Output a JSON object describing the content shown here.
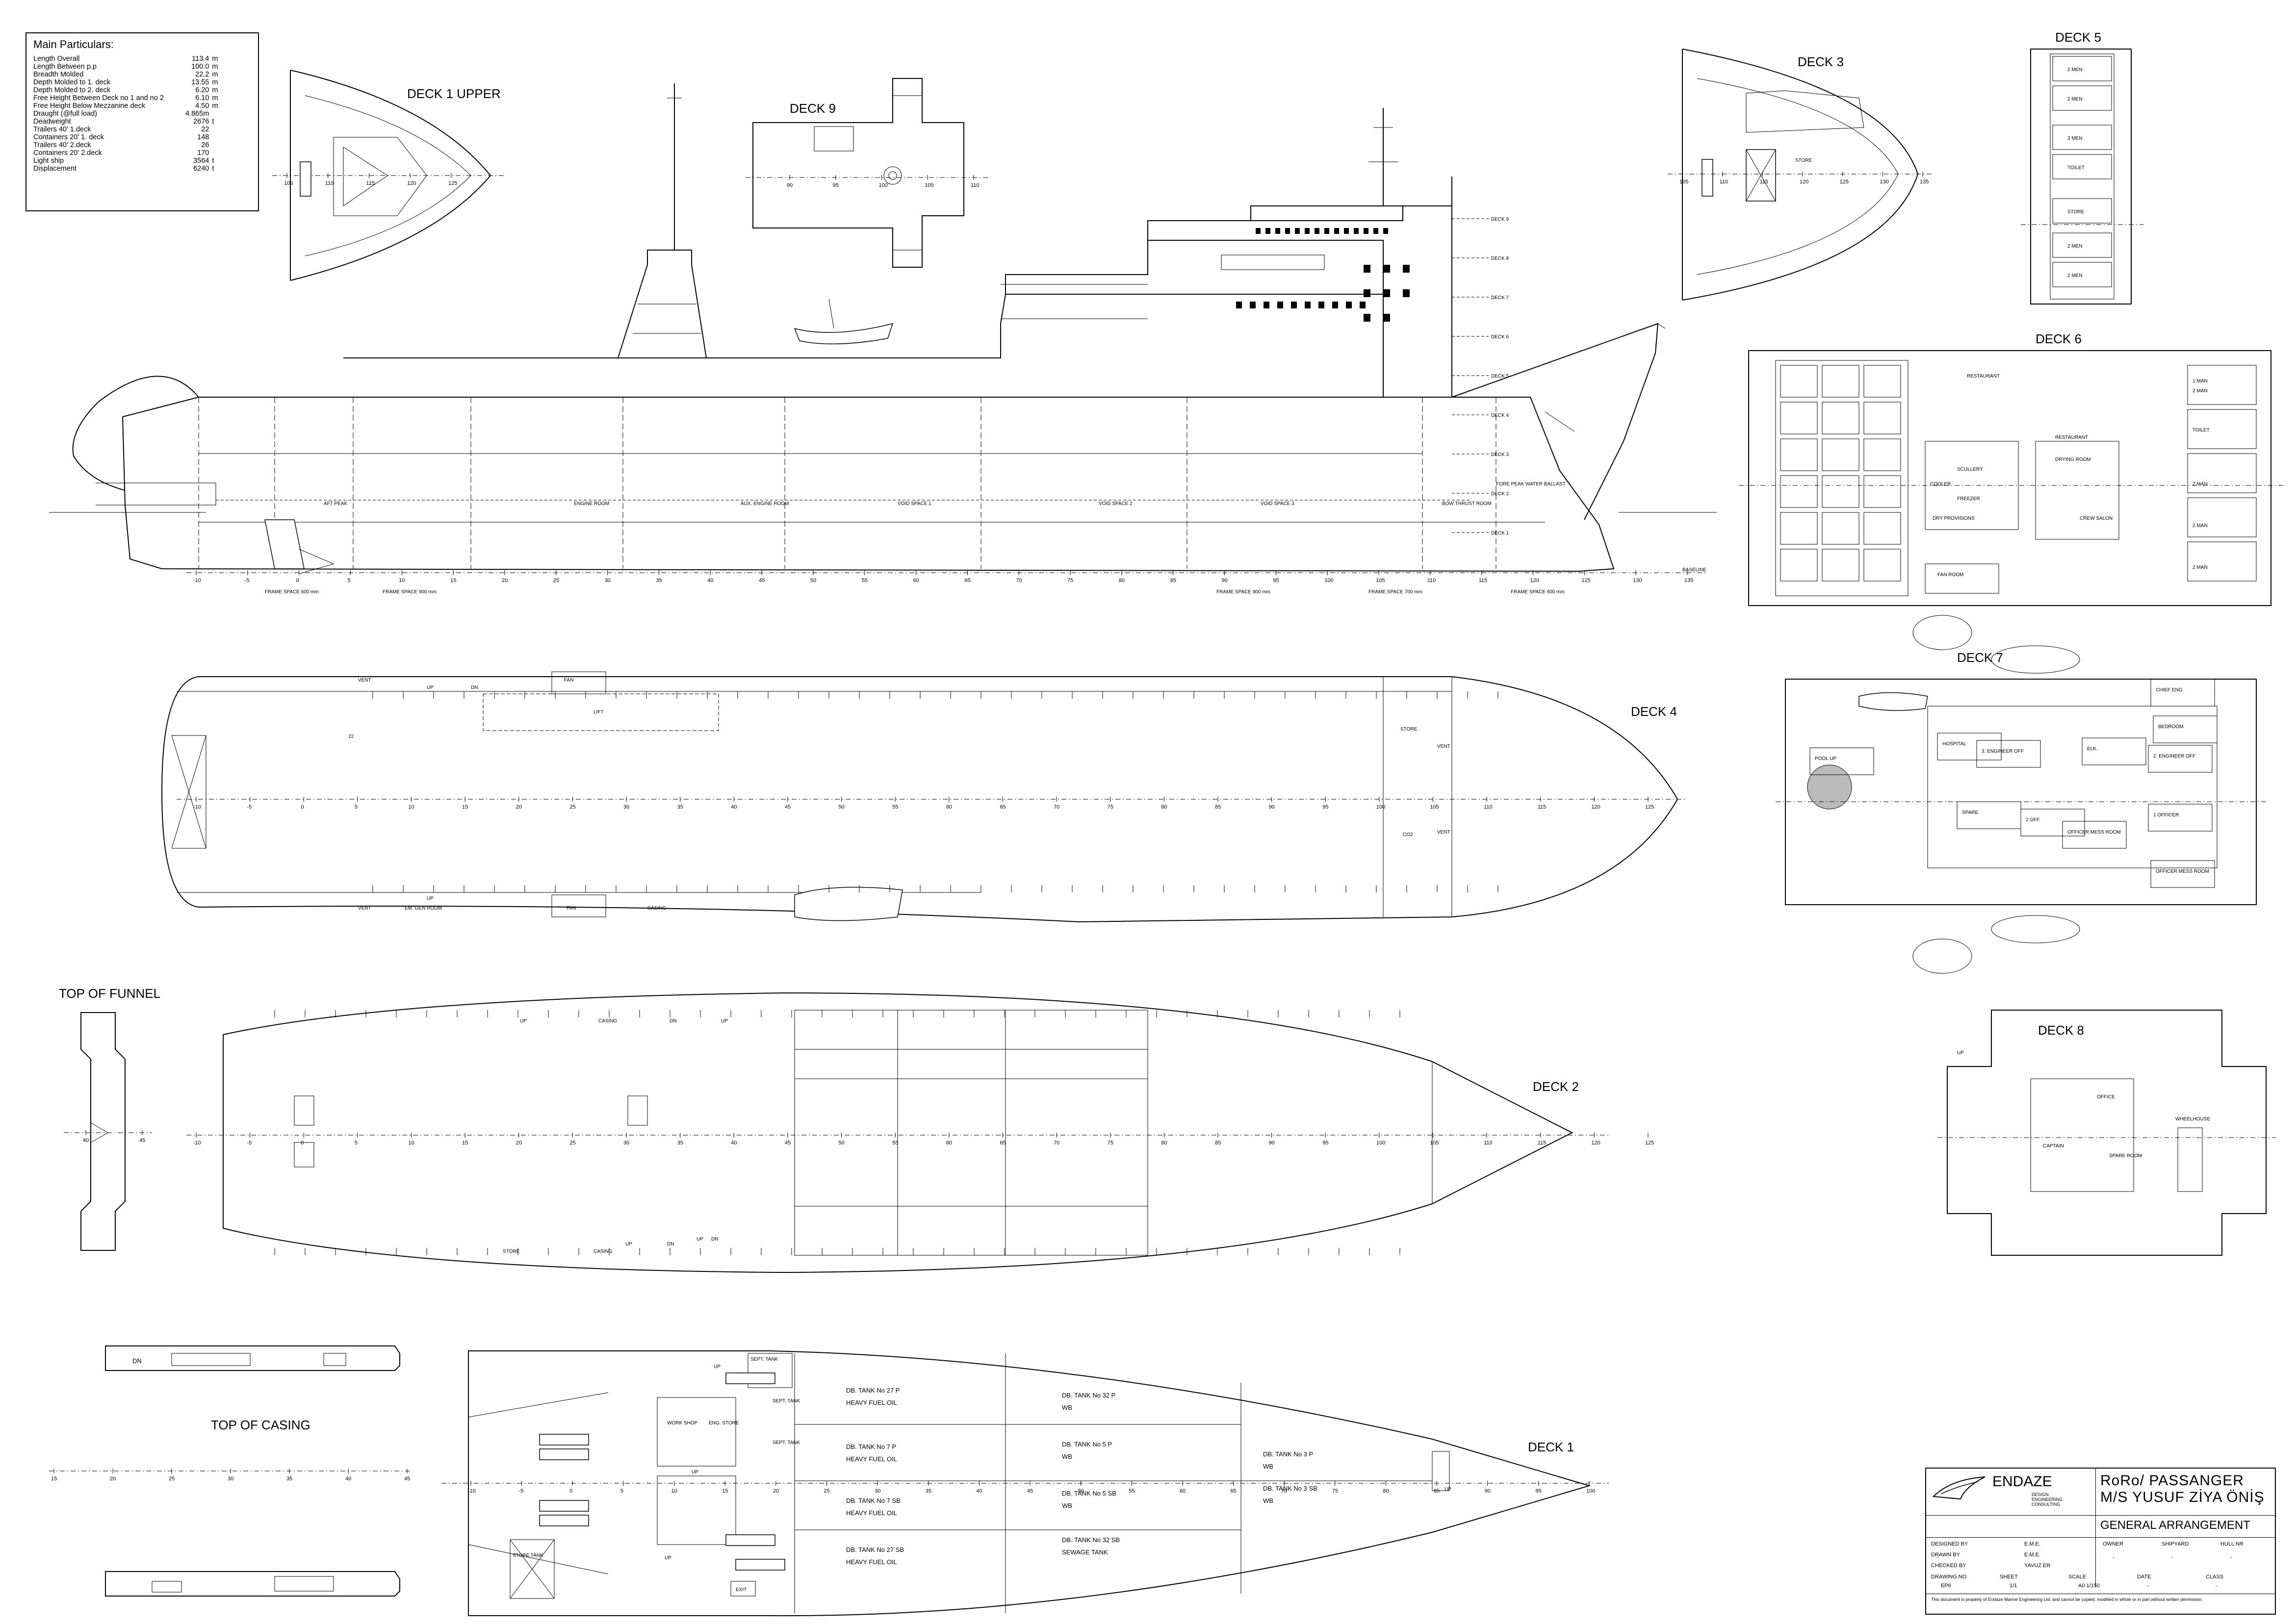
{
  "particulars": {
    "title": "Main Particulars:",
    "rows": [
      {
        "label": "Length Overall",
        "value": "113.4",
        "unit": "m"
      },
      {
        "label": "Length Between p.p",
        "value": "100.0",
        "unit": "m"
      },
      {
        "label": "Breadth Molded",
        "value": "22.2",
        "unit": "m"
      },
      {
        "label": "Depth Molded to 1. deck",
        "value": "13.55",
        "unit": "m"
      },
      {
        "label": "Depth Molded to 2. deck",
        "value": "6.20",
        "unit": "m"
      },
      {
        "label": "Free Height Between Deck no 1 and no 2",
        "value": "6.10",
        "unit": "m"
      },
      {
        "label": "Free Height Below Mezzanine deck",
        "value": "4.50",
        "unit": "m"
      },
      {
        "label": "Draught (@full load)",
        "value": "4.865m",
        "unit": ""
      },
      {
        "label": "Deadweight",
        "value": "2676",
        "unit": "t"
      },
      {
        "label": "Trailers 40' 1.deck",
        "value": "22",
        "unit": ""
      },
      {
        "label": "Containers 20' 1. deck",
        "value": "148",
        "unit": ""
      },
      {
        "label": "Trailers 40' 2.deck",
        "value": "26",
        "unit": ""
      },
      {
        "label": "Containers 20' 2.deck",
        "value": "170",
        "unit": ""
      },
      {
        "label": "Light ship",
        "value": "3564",
        "unit": "t"
      },
      {
        "label": "Displacement",
        "value": "6240",
        "unit": "t"
      }
    ]
  },
  "view_titles": {
    "deck1_upper": "DECK 1 UPPER",
    "deck9": "DECK 9",
    "deck3": "DECK 3",
    "deck5": "DECK 5",
    "deck6": "DECK 6",
    "deck7": "DECK 7",
    "deck8": "DECK 8",
    "deck4": "DECK 4",
    "deck2": "DECK 2",
    "deck1": "DECK 1",
    "top_of_funnel": "TOP OF FUNNEL",
    "top_of_casing": "TOP OF CASING"
  },
  "profile": {
    "deck_marks": [
      "DECK 9",
      "DECK 8",
      "DECK 7",
      "DECK 6",
      "DECK 5",
      "DECK 4",
      "DECK 3",
      "DECK 2",
      "DECK 1"
    ],
    "compartments": [
      "AFT PEAK",
      "ENGINE ROOM",
      "AUX. ENGINE ROOM",
      "VOID SPACE 1",
      "VOID SPACE 2",
      "VOID SPACE 3",
      "BOW THRUST ROOM",
      "FORE PEAK WATER BALLAST"
    ],
    "frame_spacing": [
      "FRAME SPACE 600 mm",
      "FRAME SPACE 900 mm",
      "FRAME SPACE 900 mm",
      "FRAME SPACE 700 mm",
      "FRAME SPACE 600 mm"
    ],
    "baseline": "BASELINE",
    "frame_numbers": [
      "-10",
      "-5",
      "0",
      "5",
      "10",
      "15",
      "20",
      "25",
      "30",
      "35",
      "40",
      "45",
      "50",
      "55",
      "60",
      "65",
      "70",
      "75",
      "80",
      "85",
      "90",
      "95",
      "100",
      "105",
      "110",
      "115",
      "120",
      "125",
      "130",
      "135"
    ]
  },
  "deck4": {
    "labels": [
      "VENT",
      "UP",
      "DN",
      "FAN",
      "LIFT",
      "VENT",
      "UP",
      "EM. GEN ROOM",
      "FAN",
      "CASING",
      "STORE",
      "VENT",
      "VENT",
      "CO2",
      "22"
    ]
  },
  "deck2": {
    "labels": [
      "UP",
      "CASING",
      "DN",
      "UP",
      "STORE",
      "UP",
      "CASING",
      "DN",
      "UP",
      "DN"
    ]
  },
  "deck1": {
    "labels": [
      "UP",
      "WORK SHOP",
      "ENG. STORE",
      "UP",
      "STORE TANK",
      "EXIT",
      "UP",
      "SEPT. TANK",
      "SEPT. TANK",
      "SEPT. TANK",
      "UP"
    ],
    "tanks": [
      {
        "name": "DB. TANK No 27 P",
        "use": "HEAVY FUEL OIL"
      },
      {
        "name": "DB. TANK No 32  P",
        "use": "WB"
      },
      {
        "name": "DB. TANK No 7 P",
        "use": "HEAVY FUEL OIL"
      },
      {
        "name": "DB. TANK No 5  P",
        "use": "WB"
      },
      {
        "name": "DB. TANK No 3  P",
        "use": "WB"
      },
      {
        "name": "DB. TANK No 7 SB",
        "use": "HEAVY FUEL OIL"
      },
      {
        "name": "DB. TANK No 5  SB",
        "use": "WB"
      },
      {
        "name": "DB. TANK No 3  SB",
        "use": "WB"
      },
      {
        "name": "DB. TANK No 27 SB",
        "use": "HEAVY FUEL OIL"
      },
      {
        "name": "DB. TANK No 32  SB",
        "use": "SEWAGE TANK"
      }
    ]
  },
  "deck3": {
    "labels": [
      "STORE"
    ]
  },
  "deck5": {
    "labels": [
      "2 MEN",
      "2 MEN",
      "3 MEN",
      "TOILET",
      "STORE",
      "2 MEN",
      "2 MEN"
    ]
  },
  "deck6": {
    "labels": [
      "RESTAURANT",
      "RESTAURANT",
      "SCULLERY",
      "DRY PROVISIONS",
      "COOLER",
      "FREEZER",
      "CREW SALON",
      "DRYING ROOM",
      "FAN ROOM",
      "TOILET",
      "2 MAN",
      "2 MAN",
      "2 MAN",
      "2 MAN",
      "1 MAN"
    ]
  },
  "deck7": {
    "labels": [
      "CHIEF ENG.",
      "BEDROOM",
      "HOSPITAL",
      "3. ENGINEER OFF",
      "ELK.",
      "2. ENGINEER OFF",
      "SPARE",
      "2 OFF.",
      "OFFICER MESS ROOM",
      "1 OFFICER",
      "OFFICER MESS ROOM",
      "POOL UP"
    ]
  },
  "deck8": {
    "labels": [
      "OFFICE",
      "CAPTAIN",
      "WHEELHOUSE",
      "SPARE ROOM",
      "UP"
    ]
  },
  "small_views": {
    "deck1_upper_frames": [
      "105",
      "110",
      "115",
      "120",
      "125"
    ],
    "deck9_frames": [
      "90",
      "95",
      "100",
      "105",
      "110"
    ],
    "deck3_frames": [
      "105",
      "110",
      "115",
      "120",
      "125",
      "130",
      "135"
    ],
    "funnel_frames": [
      "40",
      "45"
    ],
    "casing_frames": [
      "15",
      "20",
      "25",
      "30",
      "35",
      "40",
      "45"
    ],
    "casing_label": "DN"
  },
  "title_block": {
    "company": "ENDAZE",
    "company_sub": "DESIGN ENGINEERING CONSULTING",
    "project_type": "RoRo/ PASSANGER",
    "vessel": "M/S YUSUF ZİYA ÖNİŞ",
    "drawing_title": "GENERAL ARRANGEMENT",
    "rows": [
      {
        "label": "DESIGNED BY",
        "value": "E.M.E."
      },
      {
        "label": "DRAWN BY",
        "value": "E.M.E."
      },
      {
        "label": "CHECKED BY",
        "value": "YAVUZ ER"
      }
    ],
    "headers1": [
      "OWNER",
      "SHIPYARD",
      "HULL NR"
    ],
    "values1": [
      "-",
      "-",
      "-"
    ],
    "headers2": [
      "DRAWING NO",
      "SHEET",
      "SCALE",
      "DATE",
      "CLASS"
    ],
    "values2": [
      "EP6",
      "1/1",
      "A0\n1/150",
      "-",
      "-"
    ],
    "footer": "This document is property of Endaze Marine Engineering Ltd. and cannot be copied, modified in whole or in part without written permission."
  }
}
